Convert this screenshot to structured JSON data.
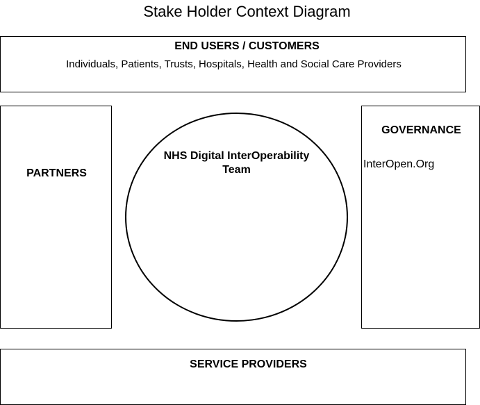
{
  "diagram": {
    "title": "Stake Holder Context Diagram",
    "end_users": {
      "heading": "END USERS / CUSTOMERS",
      "members": "Individuals, Patients, Trusts, Hospitals, Health and Social Care Providers"
    },
    "partners": {
      "heading": "PARTNERS"
    },
    "center": {
      "label_line1": "NHS Digital InterOperability",
      "label_line2": "Team"
    },
    "governance": {
      "heading": "GOVERNANCE",
      "member": "InterOpen.Org"
    },
    "service_providers": {
      "heading": "SERVICE PROVIDERS"
    }
  }
}
